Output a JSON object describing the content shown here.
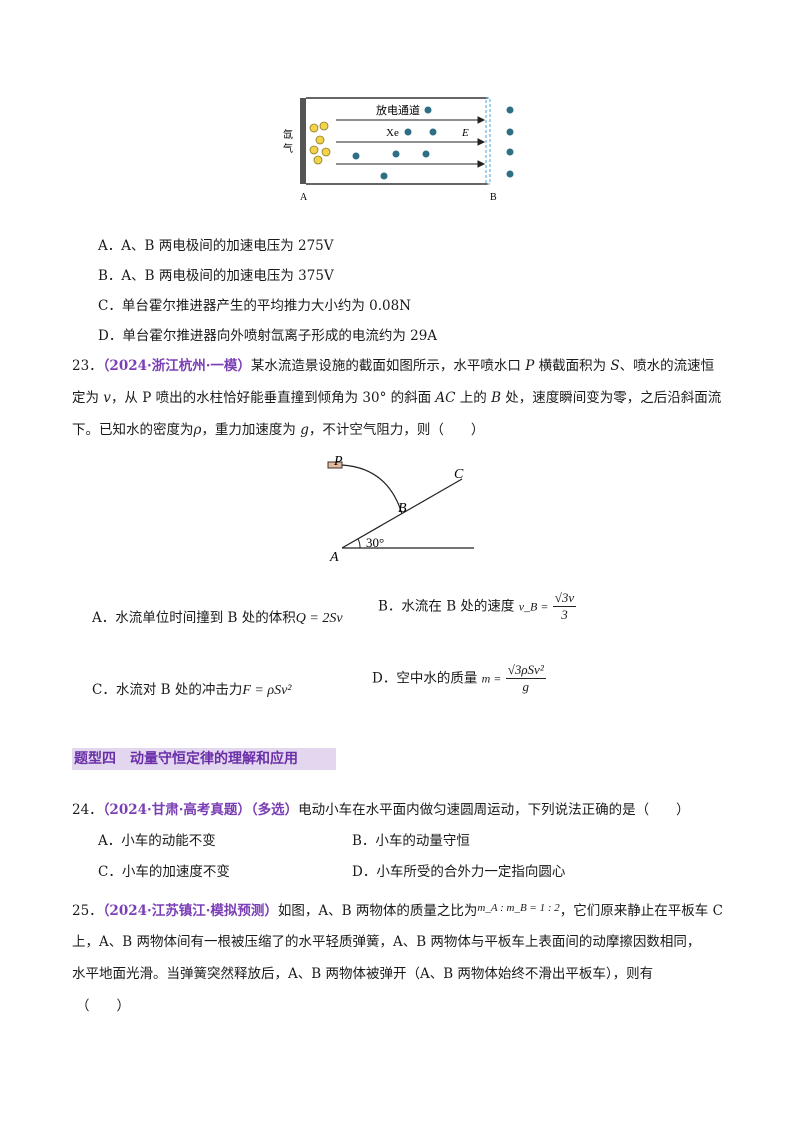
{
  "fig1": {
    "title": "放电通道",
    "gas_label_1": "氙",
    "gas_label_2": "气",
    "xe_label": "Xe",
    "e_label": "E",
    "label_a": "A",
    "label_b": "B"
  },
  "q22": {
    "a": "A．A、B 两电极间的加速电压为 275V",
    "b": "B．A、B 两电极间的加速电压为 375V",
    "c": "C．单台霍尔推进器产生的平均推力大小约为 0.08N",
    "d": "D．单台霍尔推进器向外喷射氙离子形成的电流约为 29A"
  },
  "q23": {
    "num": "23．",
    "source": "（2024·浙江杭州·一模）",
    "l1_a": "某水流造景设施的截面如图所示，水平喷水口 ",
    "l1_p": "P",
    "l1_b": " 横截面积为 ",
    "l1_s": "S",
    "l1_c": "、喷水的流速恒",
    "l2_a": "定为 ",
    "l2_v": "v",
    "l2_b": "，从 P 喷出的水柱恰好能垂直撞到倾角为 30° 的斜面 ",
    "l2_ac": "AC",
    "l2_c": " 上的 ",
    "l2_bb": "B",
    "l2_d": " 处，速度瞬间变为零，之后沿斜面流",
    "l3_a": "下。已知水的密度为",
    "l3_rho": "ρ",
    "l3_b": "，重力加速度为 ",
    "l3_g": "g",
    "l3_c": "，不计空气阻力，则（　　）",
    "fig": {
      "p": "P",
      "b": "B",
      "c": "C",
      "a": "A",
      "angle": "30°"
    },
    "opt_a_text": "A．水流单位时间撞到 B 处的体积",
    "opt_a_math": "Q = 2Sv",
    "opt_b_text": "B．水流在 B 处的速度",
    "opt_b_lhs": "v_B =",
    "opt_b_num": "√3v",
    "opt_b_den": "3",
    "opt_c_text": "C．水流对 B 处的冲击力",
    "opt_c_math": "F = ρSv²",
    "opt_d_text": "D．空中水的质量",
    "opt_d_lhs": "m =",
    "opt_d_num": "√3ρSv²",
    "opt_d_den": "g"
  },
  "section4": "题型四　动量守恒定律的理解和应用",
  "q24": {
    "num": "24．",
    "source": "（2024·甘肃·高考真题）（多选）",
    "stem": "电动小车在水平面内做匀速圆周运动，下列说法正确的是（　　）",
    "a": "A．小车的动能不变",
    "b": "B．小车的动量守恒",
    "c": "C．小车的加速度不变",
    "d": "D．小车所受的合外力一定指向圆心"
  },
  "q25": {
    "num": "25．",
    "source": "（2024·江苏镇江·模拟预测）",
    "l1_a": "如图，A、B 两物体的质量之比为",
    "l1_ratio": "m_A : m_B = 1 : 2",
    "l1_b": "，它们原来静止在平板车 C",
    "l2": "上，A、B 两物体间有一根被压缩了的水平轻质弹簧，A、B 两物体与平板车上表面间的动摩擦因数相同，",
    "l3": "水平地面光滑。当弹簧突然释放后，A、B 两物体被弹开（A、B 两物体始终不滑出平板车），则有",
    "l4": "（　　）"
  }
}
